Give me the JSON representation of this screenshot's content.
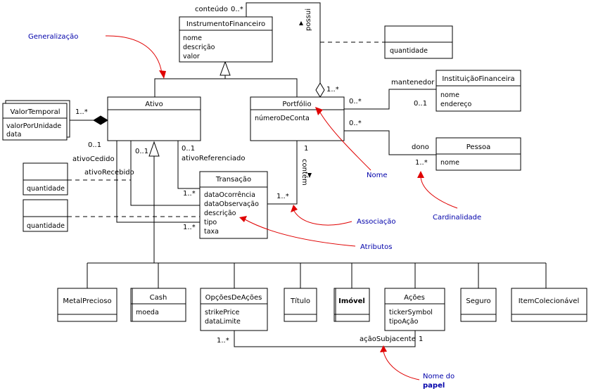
{
  "classes": {
    "instrumento": {
      "name": "InstrumentoFinanceiro",
      "attrs": [
        "nome",
        "descrição",
        "valor"
      ]
    },
    "ativo": {
      "name": "Ativo"
    },
    "portfolio": {
      "name": "Portfólio",
      "attrs": [
        "númeroDeConta"
      ]
    },
    "instituicao": {
      "name": "InstituiçãoFinanceira",
      "attrs": [
        "nome",
        "endereço"
      ]
    },
    "pessoa": {
      "name": "Pessoa",
      "attrs": [
        "nome"
      ]
    },
    "valortemporal": {
      "name": "ValorTemporal",
      "attrs": [
        "valorPorUnidade",
        "data"
      ]
    },
    "transacao": {
      "name": "Transação",
      "attrs": [
        "dataOcorrência",
        "dataObservação",
        "descrição",
        "tipo",
        "taxa"
      ]
    },
    "assoc_possui": {
      "attrs": [
        "quantidade"
      ]
    },
    "assoc_cedido": {
      "attrs": [
        "quantidade"
      ]
    },
    "assoc_recebido": {
      "attrs": [
        "quantidade"
      ]
    },
    "metal": {
      "name": "MetalPrecioso"
    },
    "cash": {
      "name": "Cash",
      "attrs": [
        "moeda"
      ]
    },
    "opcoes": {
      "name": "OpçõesDeAções",
      "attrs": [
        "strikePrice",
        "dataLimite"
      ]
    },
    "titulo": {
      "name": "Título"
    },
    "imovel": {
      "name": "Imóvel"
    },
    "acoes": {
      "name": "Ações",
      "attrs": [
        "tickerSymbol",
        "tipoAção"
      ]
    },
    "seguro": {
      "name": "Seguro"
    },
    "item": {
      "name": "ItemColecionável"
    }
  },
  "labels": {
    "conteudo": "conteúdo",
    "mult_conteudo": "0..*",
    "possui": "possui",
    "mult_possui": "1..*",
    "mantenedor": "mantenedor",
    "mult_portfolio_inst": "0..*",
    "mult_inst": "0..1",
    "mult_portfolio_pessoa": "0..*",
    "dono": "dono",
    "mult_pessoa": "1..*",
    "mult_valortemporal": "1..*",
    "mult_ativo_cedido": "0..1",
    "ativo_cedido": "ativoCedido",
    "mult_ativo_recebido": "0..1",
    "ativo_recebido": "ativoRecebido",
    "mult_ativo_ref": "0..1",
    "ativo_referenciado": "ativoReferenciado",
    "mult_port_contem": "1",
    "contem": "contém",
    "mult_tr_ref": "1..*",
    "mult_tr_contem": "1..*",
    "mult_tr_recebido": "1..*",
    "mult_opcoes": "1..*",
    "acao_subjacente": "açãoSubjacente",
    "mult_acoes": "1"
  },
  "notes": {
    "generalizacao": "Generalização",
    "nome": "Nome",
    "cardinalidade": "Cardinalidade",
    "associacao": "Associação",
    "atributos": "Atributos",
    "nome_do": "Nome do",
    "papel": "papel"
  }
}
